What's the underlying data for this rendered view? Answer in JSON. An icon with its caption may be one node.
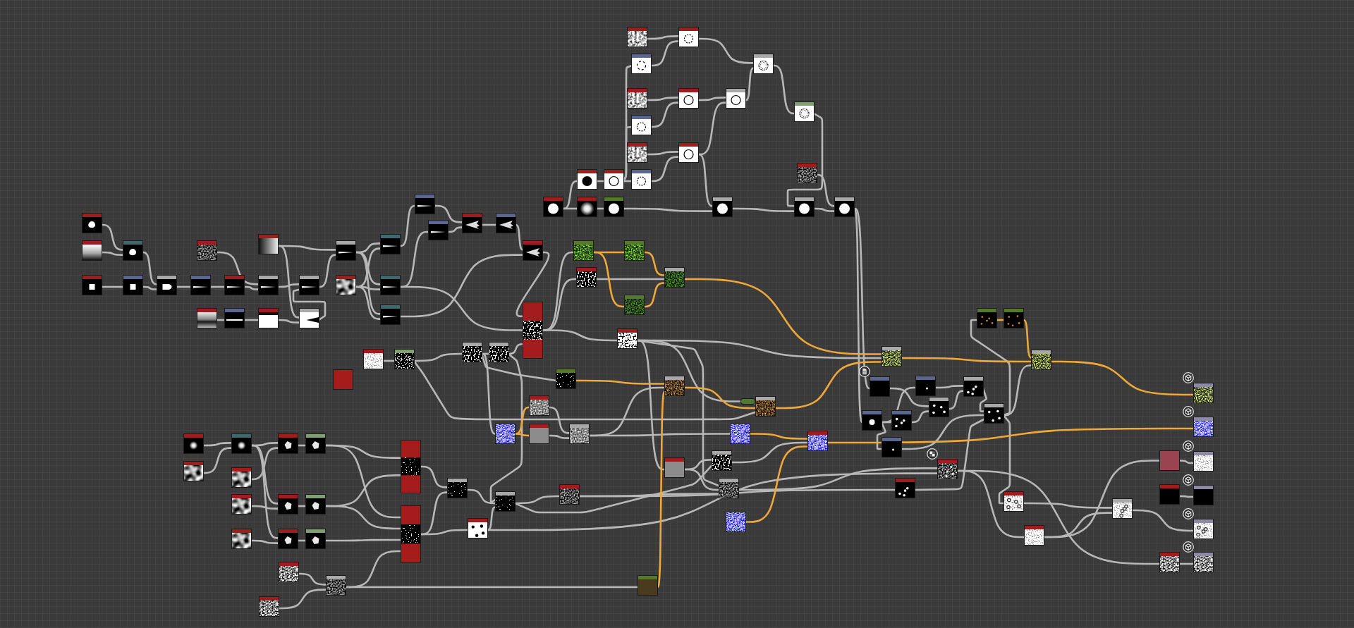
{
  "diagram": {
    "nodes": [
      {
        "text": [],
        "shape": "picture"
      },
      {
        "text": [],
        "shape": "picture"
      },
      {
        "text": [],
        "shape": "picture"
      },
      {
        "text": [],
        "shape": "picture"
      },
      {
        "text": [],
        "shape": "picture"
      },
      {
        "text": [],
        "shape": "picture"
      },
      {
        "text": [],
        "shape": "picture"
      },
      {
        "text": [],
        "shape": "picture"
      },
      {
        "text": [],
        "shape": "picture"
      },
      {
        "text": [],
        "shape": "picture"
      },
      {
        "text": [],
        "shape": "picture"
      },
      {
        "text": [],
        "shape": "picture"
      },
      {
        "text": [],
        "shape": "picture"
      },
      {
        "text": [],
        "shape": "picture"
      },
      {
        "text": [],
        "shape": "picture"
      },
      {
        "text": [],
        "shape": "picture"
      },
      {
        "text": [],
        "shape": "picture"
      },
      {
        "text": [],
        "shape": "picture"
      },
      {
        "text": [],
        "shape": "picture"
      },
      {
        "text": [],
        "shape": "picture"
      },
      {
        "text": [],
        "shape": "picture"
      },
      {
        "text": [],
        "shape": "picture"
      },
      {
        "text": [],
        "shape": "picture"
      },
      {
        "text": [],
        "shape": "picture"
      },
      {
        "text": [],
        "shape": "picture"
      },
      {
        "text": [],
        "shape": "picture"
      },
      {
        "text": [],
        "shape": "picture"
      },
      {
        "text": [],
        "shape": "picture"
      },
      {
        "text": [],
        "shape": "picture"
      },
      {
        "text": [],
        "shape": "box"
      },
      {
        "text": [],
        "shape": "picture"
      },
      {
        "text": [],
        "shape": "picture"
      },
      {
        "text": [],
        "shape": "picture"
      },
      {
        "text": [],
        "shape": "picture"
      },
      {
        "text": [],
        "shape": "picture"
      },
      {
        "text": [],
        "shape": "picture"
      },
      {
        "text": [],
        "shape": "picture"
      },
      {
        "text": [],
        "shape": "picture"
      },
      {
        "text": [],
        "shape": "picture"
      },
      {
        "text": [],
        "shape": "picture"
      },
      {
        "text": [],
        "shape": "picture"
      },
      {
        "text": [],
        "shape": "picture"
      },
      {
        "text": [],
        "shape": "picture"
      },
      {
        "text": [],
        "shape": "picture"
      },
      {
        "text": [],
        "shape": "picture"
      },
      {
        "text": [],
        "shape": "picture"
      },
      {
        "text": [],
        "shape": "picture"
      },
      {
        "text": [],
        "shape": "picture"
      },
      {
        "text": [],
        "shape": "picture"
      },
      {
        "text": [],
        "shape": "picture"
      },
      {
        "text": [],
        "shape": "picture"
      },
      {
        "text": [],
        "shape": "picture"
      },
      {
        "text": [],
        "shape": "picture"
      },
      {
        "text": [],
        "shape": "picture"
      },
      {
        "text": [],
        "shape": "picture"
      },
      {
        "text": [],
        "shape": "picture"
      },
      {
        "text": [],
        "shape": "picture"
      },
      {
        "text": [],
        "shape": "picture"
      },
      {
        "text": [],
        "shape": "picture"
      },
      {
        "text": [],
        "shape": "picture"
      },
      {
        "text": [],
        "shape": "picture"
      },
      {
        "text": [],
        "shape": "picture"
      },
      {
        "text": [],
        "shape": "box"
      },
      {
        "text": [],
        "shape": "picture"
      },
      {
        "text": [],
        "shape": "picture"
      },
      {
        "text": [],
        "shape": "picture"
      },
      {
        "text": [],
        "shape": "picture"
      },
      {
        "text": [],
        "shape": "picture"
      },
      {
        "text": [],
        "shape": "picture"
      },
      {
        "text": [],
        "shape": "picture"
      },
      {
        "text": [],
        "shape": "picture"
      },
      {
        "text": [],
        "shape": "picture"
      },
      {
        "text": [],
        "shape": "picture"
      },
      {
        "text": [],
        "shape": "picture"
      },
      {
        "text": [],
        "shape": "picture"
      },
      {
        "text": [],
        "shape": "picture"
      },
      {
        "text": [],
        "shape": "picture"
      },
      {
        "text": [],
        "shape": "picture"
      },
      {
        "text": [],
        "shape": "picture"
      },
      {
        "text": [],
        "shape": "picture"
      },
      {
        "text": [],
        "shape": "picture"
      },
      {
        "text": [],
        "shape": "picture"
      },
      {
        "text": [],
        "shape": "picture"
      },
      {
        "text": [],
        "shape": "picture"
      },
      {
        "text": [],
        "shape": "picture"
      },
      {
        "text": [],
        "shape": "picture"
      },
      {
        "text": [],
        "shape": "picture"
      },
      {
        "text": [],
        "shape": "picture"
      },
      {
        "text": [],
        "shape": "picture"
      },
      {
        "text": [],
        "shape": "picture"
      },
      {
        "text": [],
        "shape": "picture"
      },
      {
        "text": [],
        "shape": "picture"
      },
      {
        "text": [],
        "shape": "picture"
      },
      {
        "text": [],
        "shape": "picture"
      },
      {
        "text": [],
        "shape": "picture"
      },
      {
        "text": [],
        "shape": "picture"
      },
      {
        "text": [],
        "shape": "picture"
      },
      {
        "text": [],
        "shape": "picture"
      },
      {
        "text": [],
        "shape": "picture"
      },
      {
        "text": [],
        "shape": "picture"
      },
      {
        "text": [],
        "shape": "picture"
      },
      {
        "text": [],
        "shape": "picture"
      },
      {
        "text": [],
        "shape": "picture"
      },
      {
        "text": [],
        "shape": "picture"
      },
      {
        "text": [],
        "shape": "picture"
      },
      {
        "text": [],
        "shape": "picture"
      },
      {
        "text": [],
        "shape": "picture"
      },
      {
        "text": [],
        "shape": "picture"
      },
      {
        "text": [],
        "shape": "picture"
      },
      {
        "text": [],
        "shape": "picture"
      },
      {
        "text": [],
        "shape": "picture"
      },
      {
        "text": [],
        "shape": "picture"
      },
      {
        "text": [],
        "shape": "box"
      },
      {
        "text": [],
        "shape": "picture"
      },
      {
        "text": [],
        "shape": "picture"
      },
      {
        "text": [],
        "shape": "picture"
      },
      {
        "text": [],
        "shape": "picture"
      },
      {
        "text": [],
        "shape": "picture"
      },
      {
        "text": [],
        "shape": "picture"
      },
      {
        "text": [],
        "shape": "picture"
      },
      {
        "text": [],
        "shape": "picture"
      }
    ],
    "edges": [
      {
        "from": 0,
        "to": 2,
        "arrow": "none"
      },
      {
        "from": 1,
        "to": 2,
        "arrow": "none"
      },
      {
        "from": 3,
        "to": 4,
        "arrow": "none"
      },
      {
        "from": 4,
        "to": 5,
        "arrow": "none"
      },
      {
        "from": 2,
        "to": 5,
        "arrow": "none"
      },
      {
        "from": 5,
        "to": 6,
        "arrow": "none"
      },
      {
        "from": 6,
        "to": 7,
        "arrow": "none"
      },
      {
        "from": 7,
        "to": 10,
        "arrow": "none"
      },
      {
        "from": 8,
        "to": 10,
        "arrow": "none"
      },
      {
        "from": 10,
        "to": 11,
        "arrow": "none"
      },
      {
        "from": 15,
        "to": 11,
        "arrow": "none"
      },
      {
        "from": 12,
        "to": 13,
        "arrow": "none"
      },
      {
        "from": 13,
        "to": 14,
        "arrow": "none"
      },
      {
        "from": 14,
        "to": 15,
        "arrow": "none"
      },
      {
        "from": 9,
        "to": 15,
        "arrow": "none"
      },
      {
        "from": 9,
        "to": 16,
        "arrow": "none"
      },
      {
        "from": 11,
        "to": 16,
        "arrow": "none"
      },
      {
        "from": 16,
        "to": 18,
        "arrow": "none"
      },
      {
        "from": 16,
        "to": 19,
        "arrow": "none"
      },
      {
        "from": 16,
        "to": 20,
        "arrow": "none"
      },
      {
        "from": 17,
        "to": 18,
        "arrow": "none"
      },
      {
        "from": 17,
        "to": 19,
        "arrow": "none"
      },
      {
        "from": 17,
        "to": 20,
        "arrow": "none"
      },
      {
        "from": 18,
        "to": 21,
        "arrow": "none"
      },
      {
        "from": 19,
        "to": 22,
        "arrow": "none"
      },
      {
        "from": 19,
        "to": 26,
        "arrow": "none"
      },
      {
        "from": 20,
        "to": 25,
        "arrow": "none"
      },
      {
        "from": 21,
        "to": 23,
        "arrow": "none"
      },
      {
        "from": 22,
        "to": 23,
        "arrow": "none"
      },
      {
        "from": 23,
        "to": 24,
        "arrow": "none"
      },
      {
        "from": 24,
        "to": 25,
        "arrow": "none"
      },
      {
        "from": 25,
        "to": 26,
        "arrow": "none"
      },
      {
        "from": 27,
        "to": 28,
        "arrow": "none"
      },
      {
        "from": 28,
        "to": 30,
        "arrow": "none"
      },
      {
        "from": 30,
        "to": 31,
        "arrow": "none"
      },
      {
        "from": 31,
        "to": 26,
        "arrow": "none"
      },
      {
        "from": 32,
        "to": 33,
        "arrow": "none"
      },
      {
        "from": 34,
        "to": 33,
        "arrow": "none"
      },
      {
        "from": 33,
        "to": 35,
        "arrow": "none"
      },
      {
        "from": 36,
        "to": 37,
        "arrow": "none"
      },
      {
        "from": 40,
        "to": 37,
        "arrow": "none"
      },
      {
        "from": 37,
        "to": 38,
        "arrow": "none"
      },
      {
        "from": 38,
        "to": 35,
        "arrow": "none"
      },
      {
        "from": 41,
        "to": 42,
        "arrow": "none"
      },
      {
        "from": 46,
        "to": 42,
        "arrow": "none"
      },
      {
        "from": 42,
        "to": 38,
        "arrow": "none"
      },
      {
        "from": 35,
        "to": 39,
        "arrow": "none"
      },
      {
        "from": 39,
        "to": 51,
        "arrow": "none"
      },
      {
        "from": 43,
        "to": 52,
        "arrow": "none"
      },
      {
        "from": 42,
        "to": 50,
        "arrow": "none"
      },
      {
        "from": 47,
        "to": 44,
        "arrow": "none"
      },
      {
        "from": 47,
        "to": 48,
        "arrow": "none"
      },
      {
        "from": 48,
        "to": 49,
        "arrow": "none"
      },
      {
        "from": 44,
        "to": 45,
        "arrow": "none"
      },
      {
        "from": 45,
        "to": 46,
        "arrow": "none"
      },
      {
        "from": 45,
        "to": 34,
        "arrow": "none"
      },
      {
        "from": 45,
        "to": 40,
        "arrow": "none"
      },
      {
        "from": 49,
        "to": 50,
        "arrow": "none"
      },
      {
        "from": 50,
        "to": 51,
        "arrow": "none"
      },
      {
        "from": 51,
        "to": 52,
        "arrow": "none"
      },
      {
        "from": 52,
        "to": 99,
        "arrow": "none"
      },
      {
        "from": 52,
        "to": 104,
        "arrow": "none"
      },
      {
        "from": 26,
        "to": 53,
        "arrow": "none"
      },
      {
        "from": 26,
        "to": 55,
        "arrow": "none"
      },
      {
        "from": 26,
        "to": 58,
        "arrow": "none"
      },
      {
        "from": 53,
        "to": 54,
        "arrow": "none",
        "color": "#f0a838"
      },
      {
        "from": 53,
        "to": 57,
        "arrow": "none",
        "color": "#f0a838"
      },
      {
        "from": 54,
        "to": 56,
        "arrow": "none",
        "color": "#f0a838"
      },
      {
        "from": 57,
        "to": 56,
        "arrow": "none",
        "color": "#f0a838"
      },
      {
        "from": 55,
        "to": 56,
        "arrow": "none"
      },
      {
        "from": 56,
        "to": 97,
        "arrow": "none",
        "color": "#f0a838"
      },
      {
        "from": 58,
        "to": 97,
        "arrow": "none"
      },
      {
        "from": 58,
        "to": 62,
        "arrow": "none"
      },
      {
        "from": 62,
        "to": 63,
        "arrow": "none"
      },
      {
        "from": 58,
        "to": 70,
        "arrow": "none"
      },
      {
        "from": 58,
        "to": 71,
        "arrow": "none"
      },
      {
        "from": 59,
        "to": 60,
        "arrow": "none",
        "color": "#f0a838"
      },
      {
        "from": 60,
        "to": 63,
        "arrow": "none",
        "color": "#f0a838"
      },
      {
        "from": 94,
        "to": 60,
        "arrow": "none",
        "color": "#f0a838"
      },
      {
        "from": 66,
        "to": 60,
        "arrow": "none"
      },
      {
        "from": 64,
        "to": 61,
        "arrow": "none",
        "color": "#f0a838"
      },
      {
        "from": 64,
        "to": 65,
        "arrow": "none",
        "color": "#f0a838"
      },
      {
        "from": 61,
        "to": 66,
        "arrow": "none"
      },
      {
        "from": 65,
        "to": 66,
        "arrow": "none"
      },
      {
        "from": 66,
        "to": 67,
        "arrow": "none"
      },
      {
        "from": 28,
        "to": 63,
        "arrow": "none"
      },
      {
        "from": 30,
        "to": 59,
        "arrow": "none"
      },
      {
        "from": 30,
        "to": 64,
        "arrow": "none"
      },
      {
        "from": 31,
        "to": 88,
        "arrow": "none"
      },
      {
        "from": 67,
        "to": 68,
        "arrow": "none",
        "color": "#f0a838"
      },
      {
        "from": 72,
        "to": 68,
        "arrow": "none",
        "color": "#f0a838"
      },
      {
        "from": 69,
        "to": 68,
        "arrow": "none"
      },
      {
        "from": 70,
        "to": 69,
        "arrow": "none"
      },
      {
        "from": 70,
        "to": 71,
        "arrow": "none"
      },
      {
        "from": 88,
        "to": 69,
        "arrow": "none"
      },
      {
        "from": 90,
        "to": 71,
        "arrow": "none"
      },
      {
        "from": 68,
        "to": 116,
        "arrow": "none",
        "color": "#f0a838"
      },
      {
        "from": 63,
        "to": 97,
        "arrow": "none",
        "color": "#f0a838"
      },
      {
        "from": 73,
        "to": 75,
        "arrow": "none"
      },
      {
        "from": 74,
        "to": 75,
        "arrow": "none"
      },
      {
        "from": 75,
        "to": 76,
        "arrow": "none"
      },
      {
        "from": 75,
        "to": 80,
        "arrow": "none"
      },
      {
        "from": 75,
        "to": 83,
        "arrow": "none"
      },
      {
        "from": 78,
        "to": 76,
        "arrow": "none"
      },
      {
        "from": 79,
        "to": 80,
        "arrow": "none"
      },
      {
        "from": 82,
        "to": 83,
        "arrow": "none"
      },
      {
        "from": 76,
        "to": 77,
        "arrow": "none"
      },
      {
        "from": 80,
        "to": 81,
        "arrow": "none"
      },
      {
        "from": 83,
        "to": 84,
        "arrow": "none"
      },
      {
        "from": 77,
        "to": 85,
        "arrow": "none"
      },
      {
        "from": 77,
        "to": 86,
        "arrow": "none"
      },
      {
        "from": 81,
        "to": 85,
        "arrow": "none"
      },
      {
        "from": 81,
        "to": 86,
        "arrow": "none"
      },
      {
        "from": 84,
        "to": 86,
        "arrow": "none"
      },
      {
        "from": 91,
        "to": 92,
        "arrow": "none"
      },
      {
        "from": 93,
        "to": 92,
        "arrow": "none"
      },
      {
        "from": 92,
        "to": 86,
        "arrow": "none"
      },
      {
        "from": 92,
        "to": 94,
        "arrow": "none"
      },
      {
        "from": 85,
        "to": 87,
        "arrow": "none"
      },
      {
        "from": 86,
        "to": 87,
        "arrow": "none"
      },
      {
        "from": 86,
        "to": 89,
        "arrow": "none"
      },
      {
        "from": 87,
        "to": 88,
        "arrow": "none"
      },
      {
        "from": 89,
        "to": 88,
        "arrow": "none"
      },
      {
        "from": 88,
        "to": 90,
        "arrow": "none"
      },
      {
        "from": 89,
        "to": 107,
        "arrow": "none"
      },
      {
        "from": 90,
        "to": 108,
        "arrow": "none"
      },
      {
        "from": 71,
        "to": 107,
        "arrow": "none"
      },
      {
        "from": 95,
        "to": 96,
        "arrow": "none",
        "color": "#f0a838"
      },
      {
        "from": 96,
        "to": 98,
        "arrow": "none",
        "color": "#f0a838"
      },
      {
        "from": 97,
        "to": 98,
        "arrow": "none",
        "color": "#f0a838"
      },
      {
        "from": 98,
        "to": 115,
        "arrow": "none",
        "color": "#f0a838"
      },
      {
        "from": 99,
        "to": 102,
        "arrow": "none"
      },
      {
        "from": 104,
        "to": 105,
        "arrow": "none"
      },
      {
        "from": 104,
        "to": 106,
        "arrow": "none"
      },
      {
        "from": 104,
        "to": 100,
        "arrow": "none"
      },
      {
        "from": 100,
        "to": 101,
        "arrow": "none"
      },
      {
        "from": 105,
        "to": 102,
        "arrow": "none"
      },
      {
        "from": 102,
        "to": 101,
        "arrow": "none"
      },
      {
        "from": 101,
        "to": 103,
        "arrow": "none"
      },
      {
        "from": 106,
        "to": 103,
        "arrow": "none"
      },
      {
        "from": 108,
        "to": 103,
        "arrow": "none"
      },
      {
        "from": 103,
        "to": 98,
        "arrow": "none"
      },
      {
        "from": 103,
        "to": 109,
        "arrow": "none"
      },
      {
        "from": 103,
        "to": 95,
        "arrow": "none"
      },
      {
        "from": 109,
        "to": 111,
        "arrow": "none"
      },
      {
        "from": 110,
        "to": 111,
        "arrow": "none"
      },
      {
        "from": 110,
        "to": 112,
        "arrow": "none"
      },
      {
        "from": 107,
        "to": 110,
        "arrow": "none"
      },
      {
        "from": 107,
        "to": 114,
        "arrow": "none"
      },
      {
        "from": 111,
        "to": 119,
        "arrow": "none"
      },
      {
        "from": 112,
        "to": 117,
        "arrow": "none"
      },
      {
        "from": 113,
        "to": 118,
        "arrow": "none"
      },
      {
        "from": 114,
        "to": 120,
        "arrow": "none"
      }
    ]
  }
}
